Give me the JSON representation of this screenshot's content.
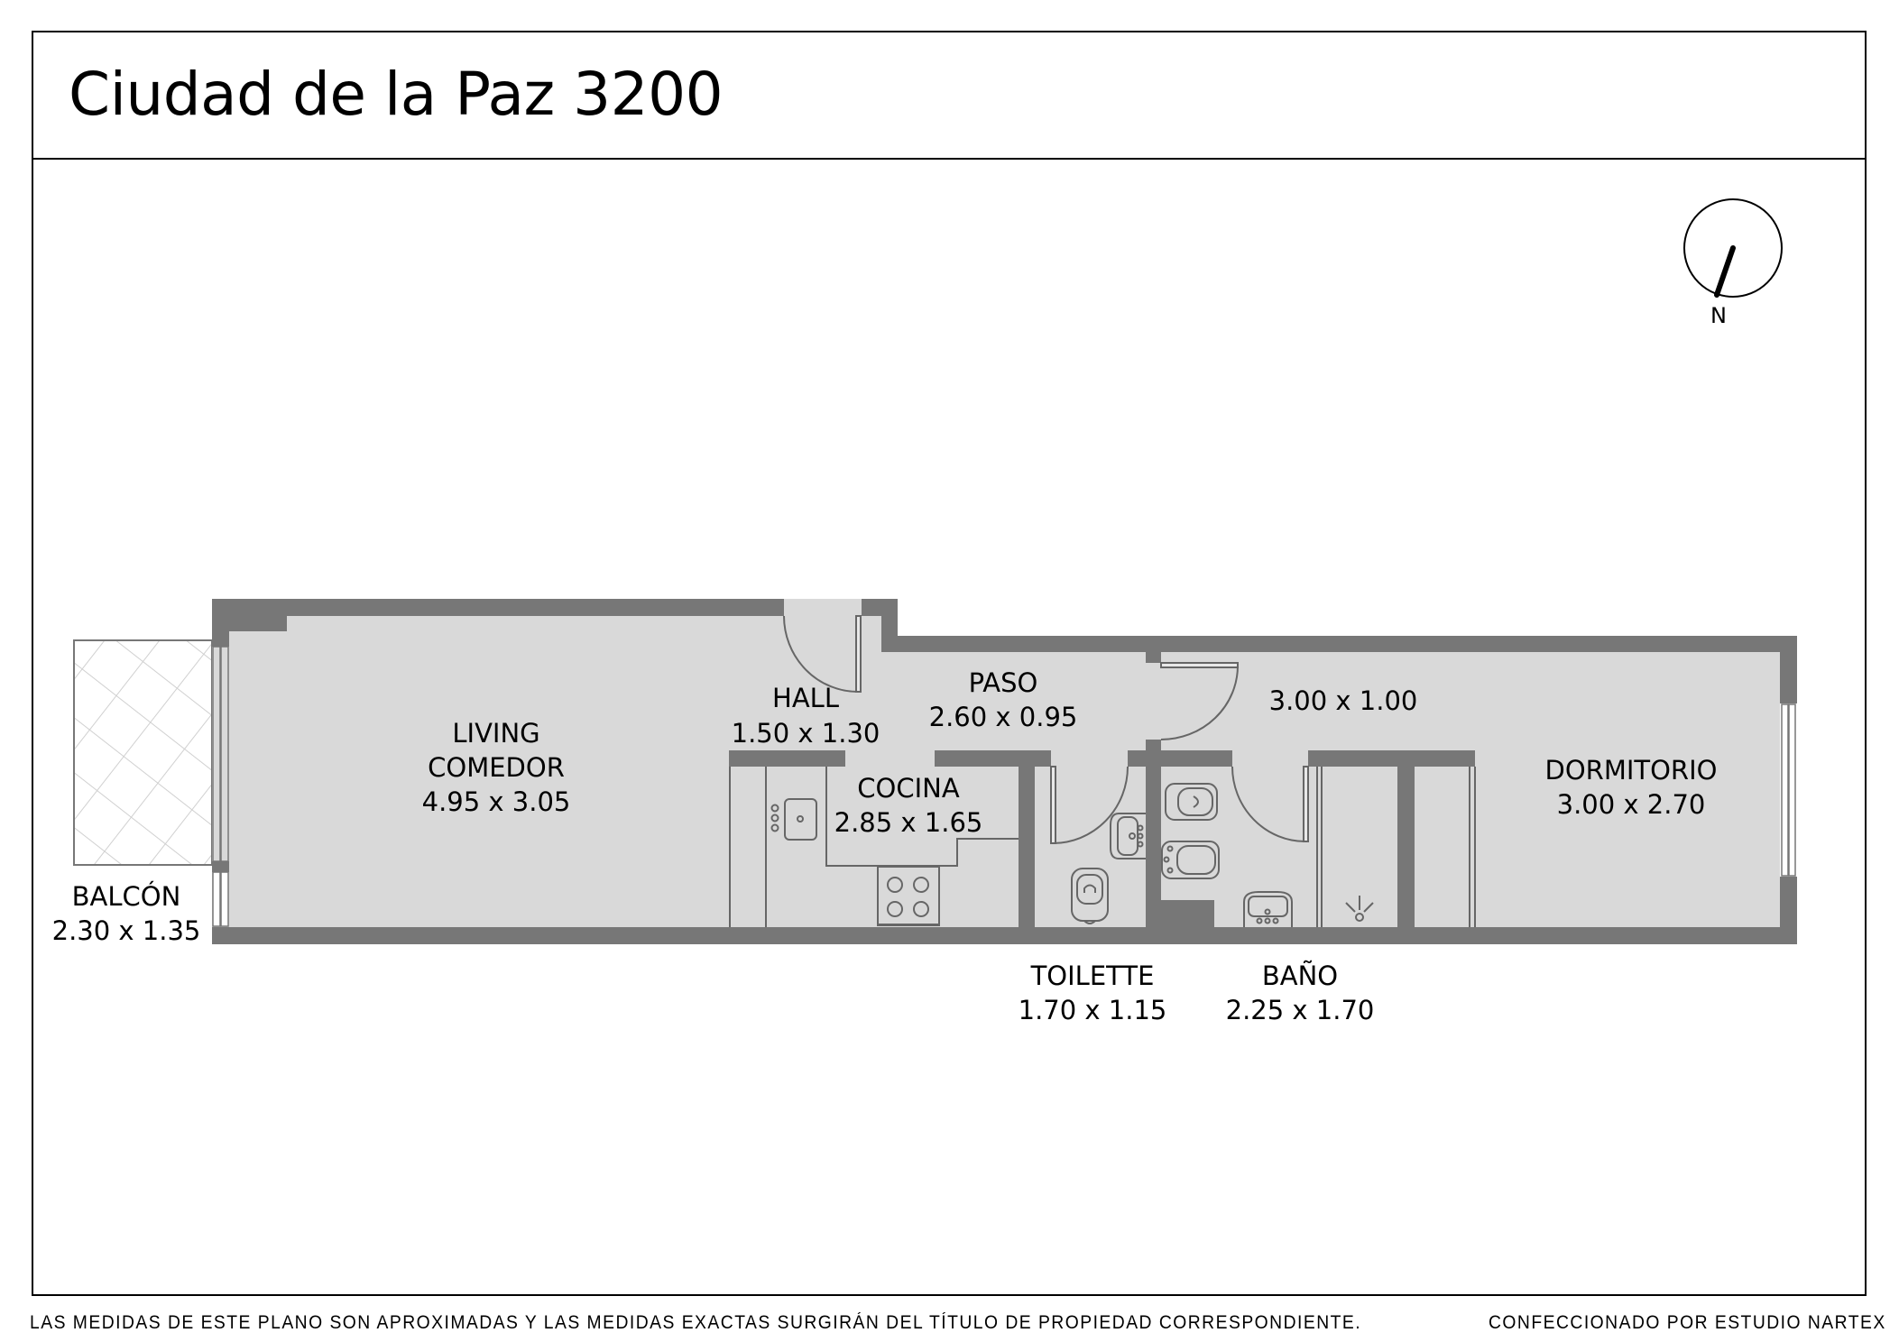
{
  "header": {
    "title": "Ciudad de la Paz 3200"
  },
  "compass": {
    "north_label": "N",
    "icon": "north-arrow-icon"
  },
  "rooms": {
    "living": {
      "name_line1": "LIVING",
      "name_line2": "COMEDOR",
      "dims": "4.95 x 3.05"
    },
    "hall": {
      "name": "HALL",
      "dims": "1.50 x 1.30"
    },
    "paso": {
      "name": "PASO",
      "dims": "2.60 x 0.95"
    },
    "pasillo_dormitorio": {
      "dims": "3.00 x 1.00"
    },
    "cocina": {
      "name": "COCINA",
      "dims": "2.85 x 1.65"
    },
    "toilette": {
      "name": "TOILETTE",
      "dims": "1.70 x 1.15"
    },
    "bano": {
      "name": "BAÑO",
      "dims": "2.25 x 1.70"
    },
    "dormitorio": {
      "name": "DORMITORIO",
      "dims": "3.00 x 2.70"
    },
    "balcon": {
      "name": "BALCÓN",
      "dims": "2.30 x 1.35"
    }
  },
  "colors": {
    "wall": "#777777",
    "floor": "#d9d9d9",
    "fixture_line": "#666666",
    "balcony_hatch": "#d0d0d0"
  },
  "footer": {
    "disclaimer": "LAS MEDIDAS  DE ESTE PLANO SON APROXIMADAS Y LAS MEDIDAS EXACTAS SURGIRÁN DEL TÍTULO DE PROPIEDAD CORRESPONDIENTE.",
    "credit": "CONFECCIONADO POR ESTUDIO NARTEX"
  }
}
